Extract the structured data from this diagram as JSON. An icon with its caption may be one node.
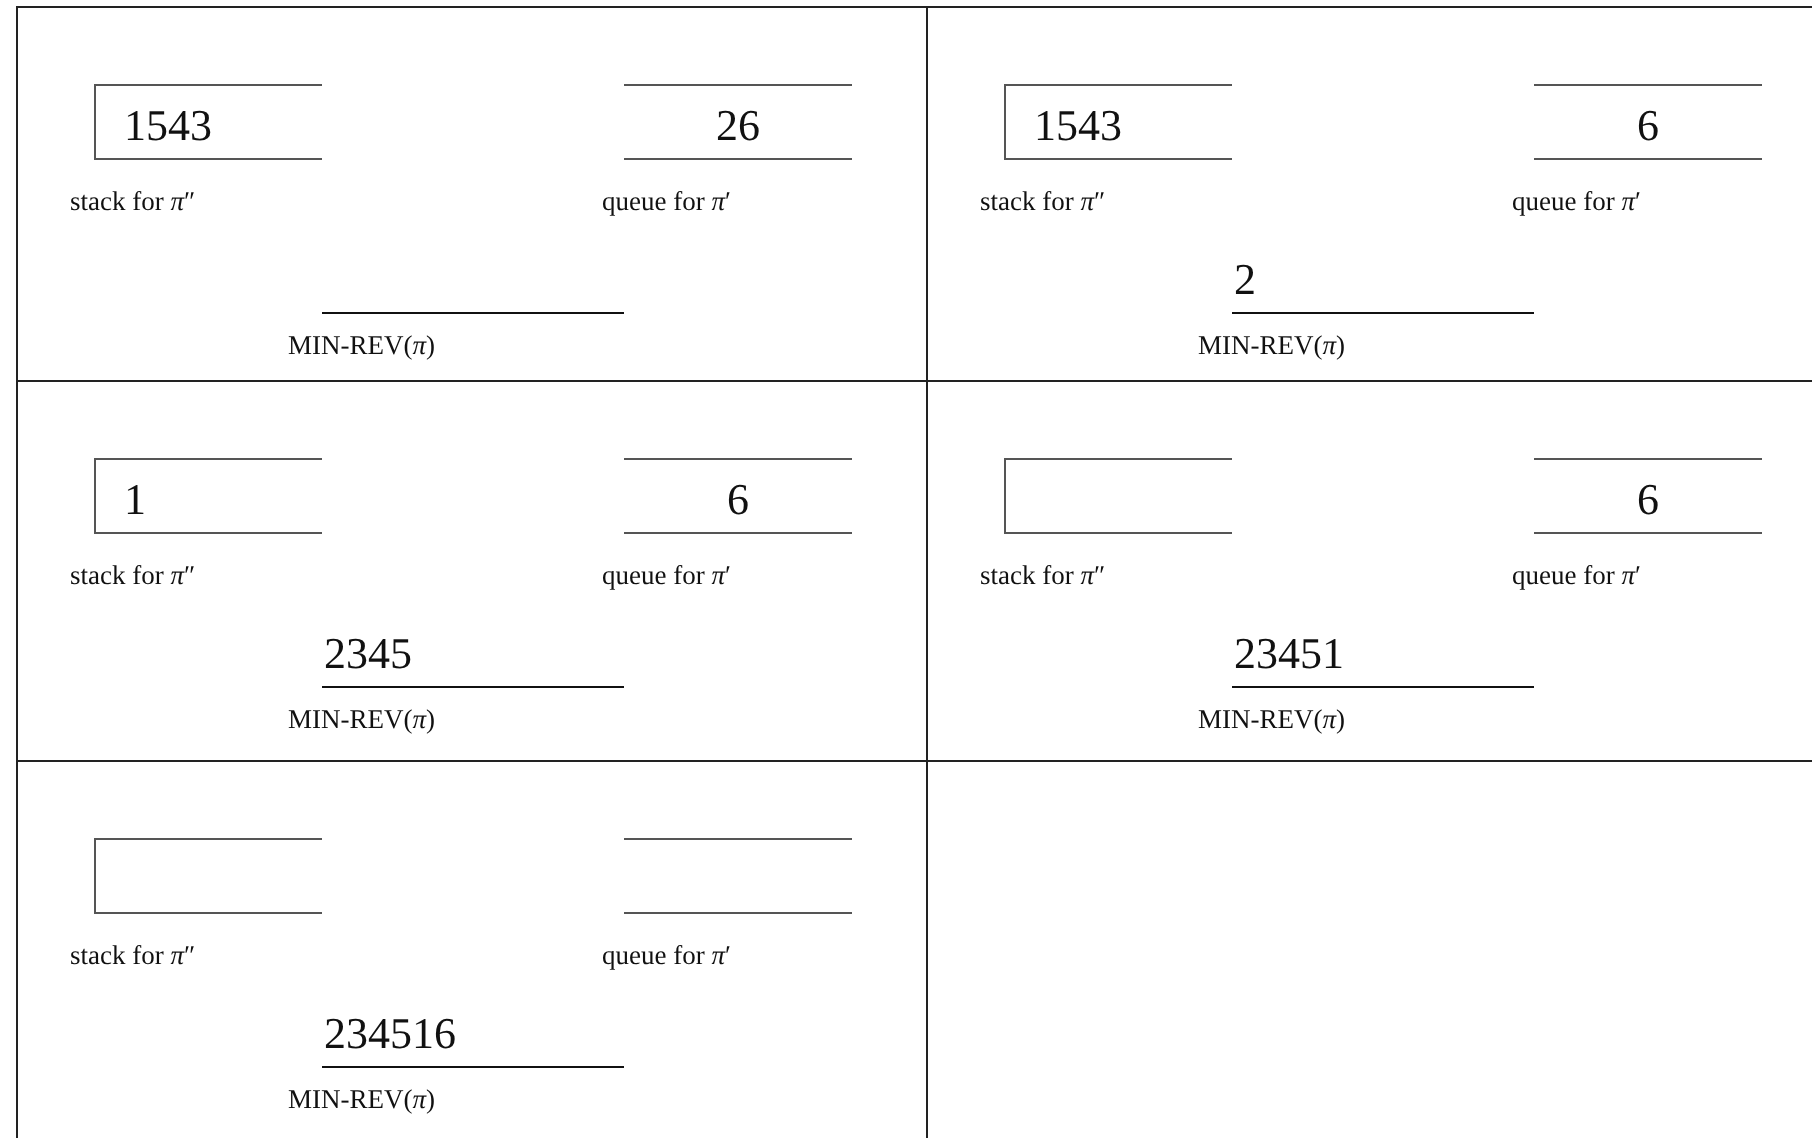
{
  "diagram": {
    "nodes": [
      {
        "text": [],
        "shape": "box"
      },
      {
        "text": [
          "1543"
        ],
        "beside": [
          "stack for *π*″"
        ],
        "in": 0
      },
      {
        "text": [
          "26"
        ],
        "beside": [
          "queue for *π*′"
        ],
        "in": 0
      },
      {
        "text": [],
        "shape": "bar",
        "beside": [
          "MIN-REV(*π*)"
        ],
        "in": 0
      },
      {
        "text": [],
        "shape": "box"
      },
      {
        "text": [
          "1543"
        ],
        "beside": [
          "stack for *π*″"
        ],
        "in": 4
      },
      {
        "text": [
          "6"
        ],
        "beside": [
          "queue for *π*′"
        ],
        "in": 4
      },
      {
        "text": [
          "2"
        ],
        "beside": [
          "MIN-REV(*π*)"
        ],
        "in": 4
      },
      {
        "text": [],
        "shape": "box"
      },
      {
        "text": [
          "1"
        ],
        "beside": [
          "stack for *π*″"
        ],
        "in": 8
      },
      {
        "text": [
          "6"
        ],
        "beside": [
          "queue for *π*′"
        ],
        "in": 8
      },
      {
        "text": [
          "2345"
        ],
        "beside": [
          "MIN-REV(*π*)"
        ],
        "in": 8
      },
      {
        "text": [],
        "shape": "box"
      },
      {
        "text": [],
        "shape": "box",
        "beside": [
          "stack for *π*″"
        ],
        "in": 12
      },
      {
        "text": [
          "6"
        ],
        "beside": [
          "queue for *π*′"
        ],
        "in": 12
      },
      {
        "text": [
          "23451"
        ],
        "beside": [
          "MIN-REV(*π*)"
        ],
        "in": 12
      },
      {
        "text": [],
        "shape": "box"
      },
      {
        "text": [],
        "shape": "box",
        "beside": [
          "stack for *π*″"
        ],
        "in": 16
      },
      {
        "text": [],
        "shape": "box",
        "beside": [
          "queue for *π*′"
        ],
        "in": 16
      },
      {
        "text": [
          "234516"
        ],
        "beside": [
          "MIN-REV(*π*)"
        ],
        "in": 16
      }
    ]
  }
}
